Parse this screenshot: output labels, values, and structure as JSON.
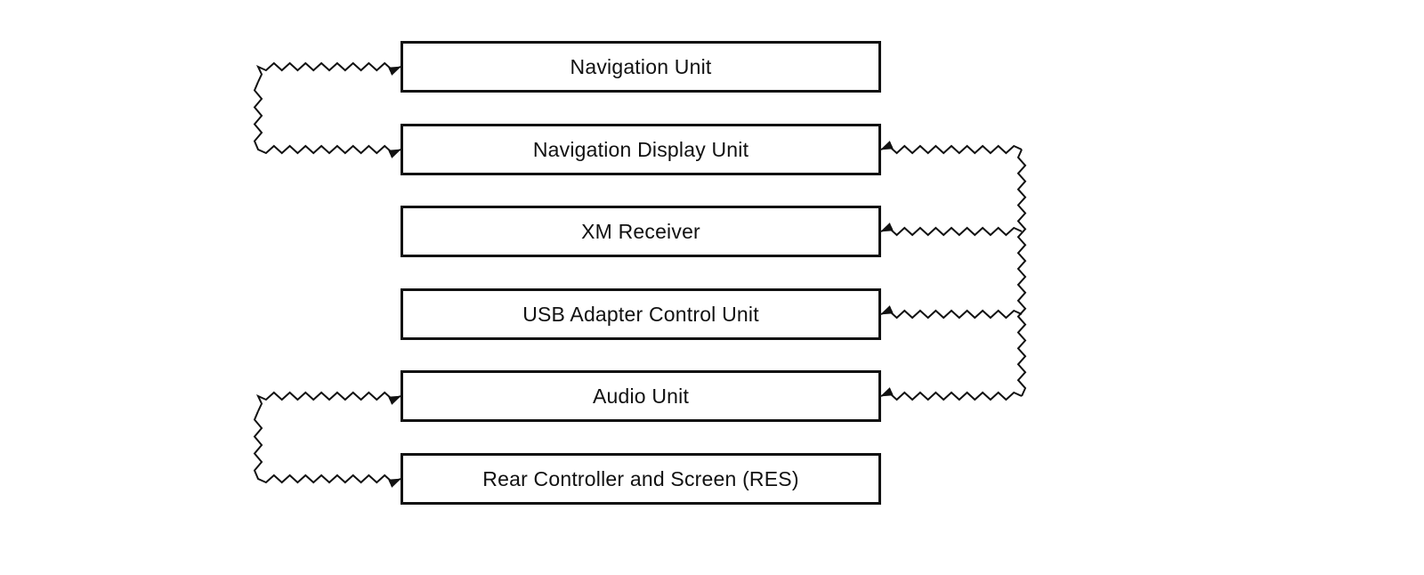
{
  "diagram": {
    "units": [
      {
        "id": "navigation_unit",
        "label": "Navigation Unit"
      },
      {
        "id": "navigation_display_unit",
        "label": "Navigation Display Unit"
      },
      {
        "id": "xm_receiver",
        "label": "XM Receiver"
      },
      {
        "id": "usb_adapter_control_unit",
        "label": "USB Adapter Control Unit"
      },
      {
        "id": "audio_unit",
        "label": "Audio Unit"
      },
      {
        "id": "rear_controller_and_screen",
        "label": "Rear Controller and Screen (RES)"
      }
    ],
    "connections": [
      {
        "side": "left",
        "from": "navigation_unit",
        "to": "navigation_display_unit",
        "style": "zigzag",
        "arrowheads": "both-ends"
      },
      {
        "side": "left",
        "from": "audio_unit",
        "to": "rear_controller_and_screen",
        "style": "zigzag",
        "arrowheads": "both-ends"
      },
      {
        "side": "right",
        "bus": [
          "navigation_display_unit",
          "xm_receiver",
          "usb_adapter_control_unit",
          "audio_unit"
        ],
        "style": "zigzag",
        "arrowheads": "into-each-unit"
      }
    ]
  }
}
